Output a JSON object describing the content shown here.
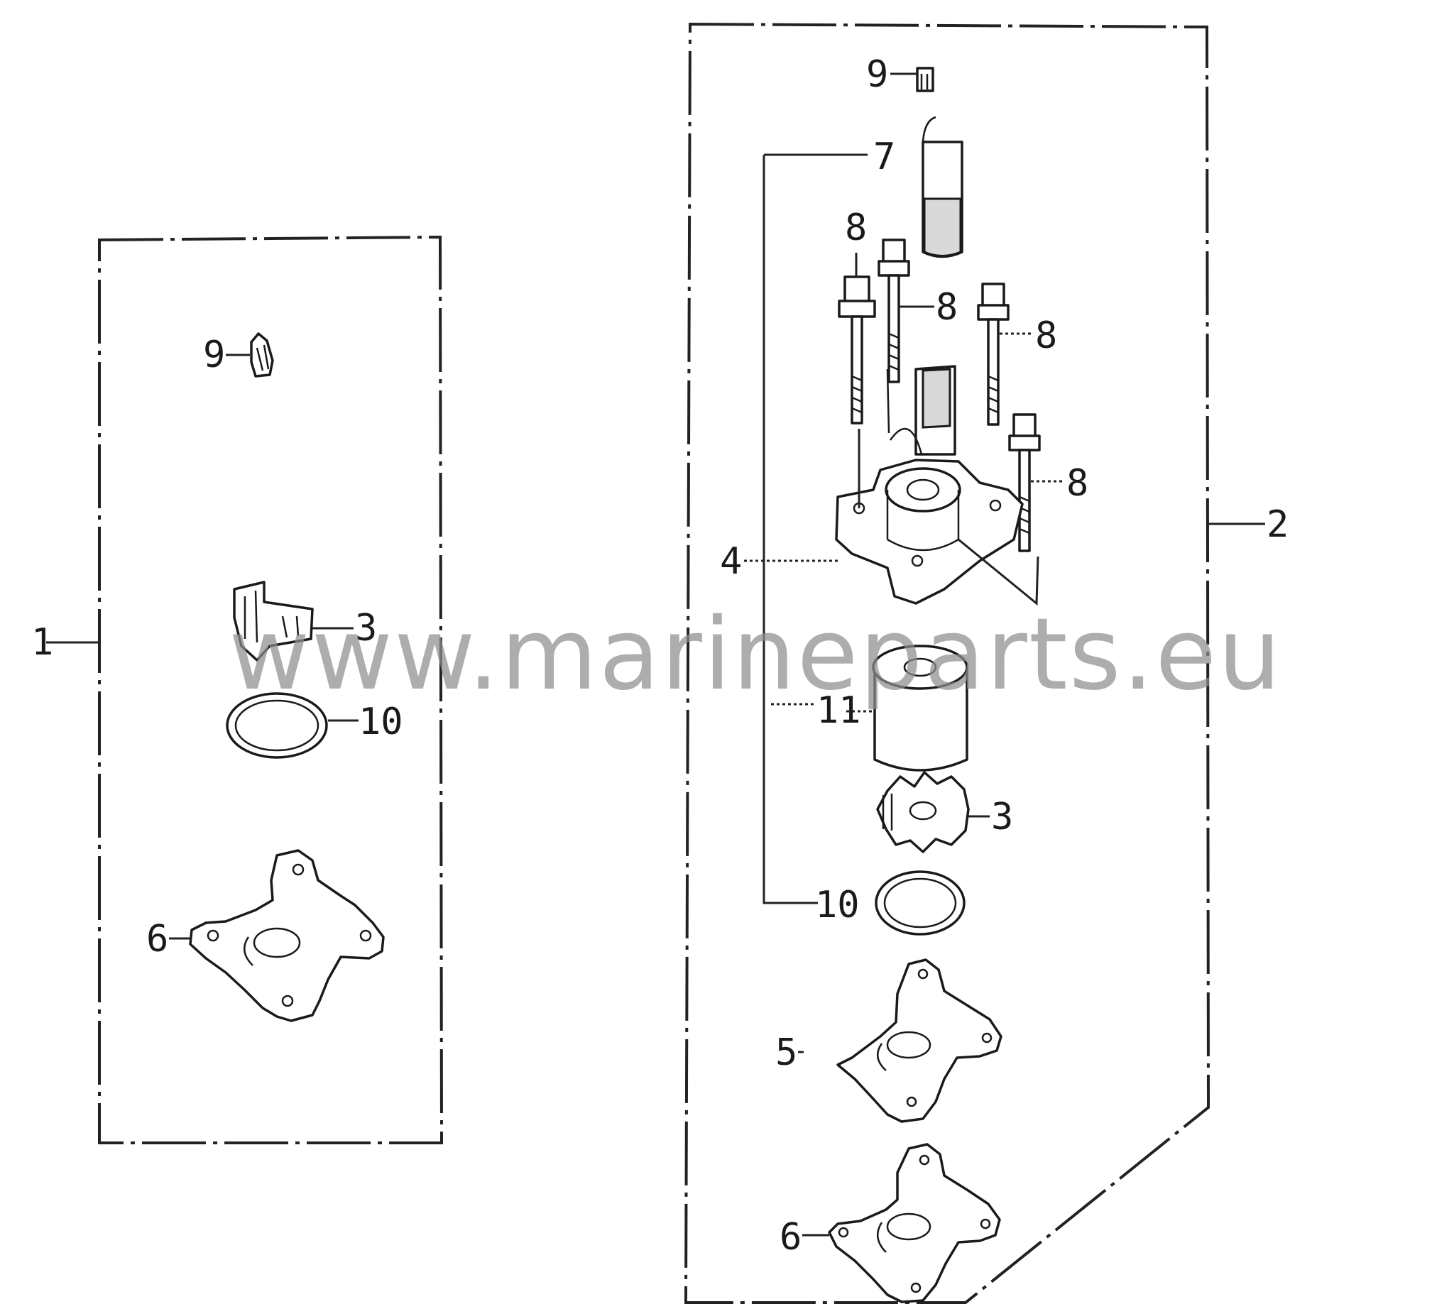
{
  "watermark": {
    "text": "www.marineparts.eu",
    "color": "#8e8e8e"
  },
  "callouts": {
    "left_kit": "1",
    "right_kit": "2",
    "left_cap": "9",
    "left_impeller": "3",
    "left_gasket": "10",
    "left_plate": "6",
    "right_cap": "9",
    "tube_group": "7",
    "bolt_a": "8",
    "bolt_b": "8",
    "bolt_c": "8",
    "bolt_d": "8",
    "housing": "4",
    "liner": "11",
    "right_impeller": "3",
    "right_gasket": "10",
    "gasket_plate": "5",
    "right_plate": "6"
  }
}
